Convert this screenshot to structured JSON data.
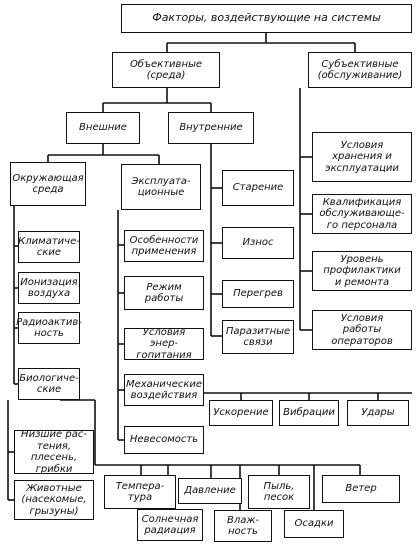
{
  "diagram": {
    "nodes": {
      "root": "Факторы, воздействующие на системы",
      "objective": "Объективные\n(среда)",
      "subjective": "Субъективные\n(обслуживание)",
      "external": "Внешние",
      "internal": "Внутренние",
      "environment": "Окружающая\nсреда",
      "operational": "Эксплуата-\nционные",
      "aging": "Старение",
      "wear": "Износ",
      "overheat": "Перегрев",
      "parasitic": "Паразитные\nсвязи",
      "climatic": "Климатиче-\nские",
      "ionization": "Ионизация\nвоздуха",
      "radioactivity": "Радиоактив-\nность",
      "biological": "Биологиче-\nские",
      "lower_plants": "Низшие рас-\nтения, плесень,\nгрибки",
      "animals": "Животные\n(насекомые,\nгрызуны)",
      "application": "Особенности\nприменения",
      "work_mode": "Режим\nработы",
      "power_supply": "Условия энер-\nгопитания",
      "mechanical": "Механические\nвоздействия",
      "weightlessness": "Невесомость",
      "acceleration": "Ускорение",
      "vibration": "Вибрации",
      "impacts": "Удары",
      "storage": "Условия\nхранения и\nэксплуатации",
      "qualification": "Квалификация\nобслуживающе-\nго персонала",
      "prevention": "Уровень\nпрофилактики\nи ремонта",
      "operators": "Условия\nработы\nоператоров",
      "temperature": "Темпера-\nтура",
      "pressure": "Давление",
      "dust": "Пыль,\nпесок",
      "wind": "Ветер",
      "solar": "Солнечная\nрадиация",
      "humidity": "Влаж-\nность",
      "precipitation": "Осадки"
    }
  }
}
